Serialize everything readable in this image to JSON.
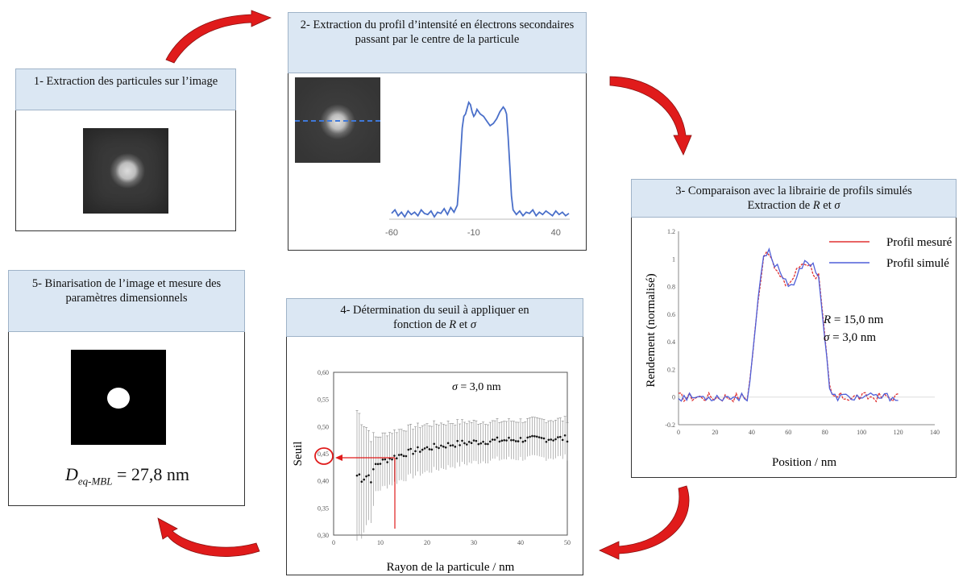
{
  "step1": {
    "title": "1- Extraction des particules sur l’image"
  },
  "step2": {
    "title": "2- Extraction du profil d’intensité en électrons secondaires passant par le centre de la particule",
    "xticks": [
      "-60",
      "-10",
      "40"
    ],
    "profile": [
      [
        -60,
        0.05
      ],
      [
        -58,
        0.08
      ],
      [
        -56,
        0.03
      ],
      [
        -54,
        0.06
      ],
      [
        -52,
        0.02
      ],
      [
        -50,
        0.07
      ],
      [
        -48,
        0.04
      ],
      [
        -46,
        0.06
      ],
      [
        -44,
        0.03
      ],
      [
        -42,
        0.08
      ],
      [
        -40,
        0.05
      ],
      [
        -38,
        0.04
      ],
      [
        -36,
        0.07
      ],
      [
        -34,
        0.02
      ],
      [
        -32,
        0.06
      ],
      [
        -30,
        0.05
      ],
      [
        -28,
        0.09
      ],
      [
        -26,
        0.04
      ],
      [
        -24,
        0.1
      ],
      [
        -22,
        0.06
      ],
      [
        -20,
        0.12
      ],
      [
        -19,
        0.3
      ],
      [
        -18,
        0.55
      ],
      [
        -17,
        0.78
      ],
      [
        -16,
        0.88
      ],
      [
        -15,
        0.9
      ],
      [
        -14,
        0.95
      ],
      [
        -13,
        1.0
      ],
      [
        -12,
        0.98
      ],
      [
        -11,
        0.92
      ],
      [
        -10,
        0.88
      ],
      [
        -9,
        0.9
      ],
      [
        -8,
        0.94
      ],
      [
        -6,
        0.9
      ],
      [
        -4,
        0.88
      ],
      [
        -2,
        0.84
      ],
      [
        0,
        0.8
      ],
      [
        2,
        0.82
      ],
      [
        4,
        0.86
      ],
      [
        6,
        0.92
      ],
      [
        8,
        0.96
      ],
      [
        9,
        0.94
      ],
      [
        10,
        0.9
      ],
      [
        11,
        0.7
      ],
      [
        12,
        0.45
      ],
      [
        13,
        0.2
      ],
      [
        14,
        0.08
      ],
      [
        16,
        0.04
      ],
      [
        18,
        0.07
      ],
      [
        20,
        0.03
      ],
      [
        22,
        0.06
      ],
      [
        24,
        0.05
      ],
      [
        26,
        0.08
      ],
      [
        28,
        0.03
      ],
      [
        30,
        0.06
      ],
      [
        32,
        0.04
      ],
      [
        34,
        0.07
      ],
      [
        36,
        0.05
      ],
      [
        38,
        0.03
      ],
      [
        40,
        0.07
      ],
      [
        42,
        0.04
      ],
      [
        44,
        0.06
      ],
      [
        46,
        0.03
      ],
      [
        48,
        0.05
      ]
    ]
  },
  "step3": {
    "title_line1": "3- Comparaison avec la librairie de profils simulés",
    "title_line2_prefix": "Extraction de ",
    "title_line2_r": "R",
    "title_line2_mid": " et ",
    "title_line2_s": "σ",
    "ylabel": "Rendement (normalisé)",
    "xlabel": "Position / nm",
    "xticks": [
      "0",
      "20",
      "40",
      "60",
      "80",
      "100",
      "120",
      "140"
    ],
    "yticks": [
      "-0.2",
      "0",
      "0.2",
      "0.4",
      "0.6",
      "0.8",
      "1",
      "1.2"
    ],
    "legend_measured": "Profil mesuré",
    "legend_simulated": "Profil simulé",
    "annot_r_sym": "R",
    "annot_r_val": " = 15,0 nm",
    "annot_s_sym": "σ",
    "annot_s_val": " = 3,0 nm",
    "color_measured": "#e03030",
    "color_simulated": "#4f5fd8"
  },
  "step4": {
    "title_line1": "4- Détermination du seuil à appliquer en",
    "title_line2_prefix": "fonction de ",
    "title_line2_r": "R",
    "title_line2_mid": " et ",
    "title_line2_s": "σ",
    "ylabel": "Seuil",
    "xlabel": "Rayon de la particule / nm",
    "xticks": [
      "0",
      "10",
      "20",
      "30",
      "40",
      "50"
    ],
    "yticks": [
      "0,30",
      "0,35",
      "0,40",
      "0,45",
      "0,50",
      "0,55",
      "0,60"
    ],
    "annot_s_sym": "σ",
    "annot_s_val": " = 3,0 nm"
  },
  "step5": {
    "title": "5- Binarisation de l’image et mesure des paramètres dimensionnels",
    "result_sym": "D",
    "result_sub": "eq-MBL",
    "result_val": " = 27,8 nm"
  },
  "colors": {
    "header_bg": "#dbe7f3",
    "arrow": "#e01b1b",
    "profile_line": "#4a6fc9",
    "dash": "#3f78d8"
  }
}
